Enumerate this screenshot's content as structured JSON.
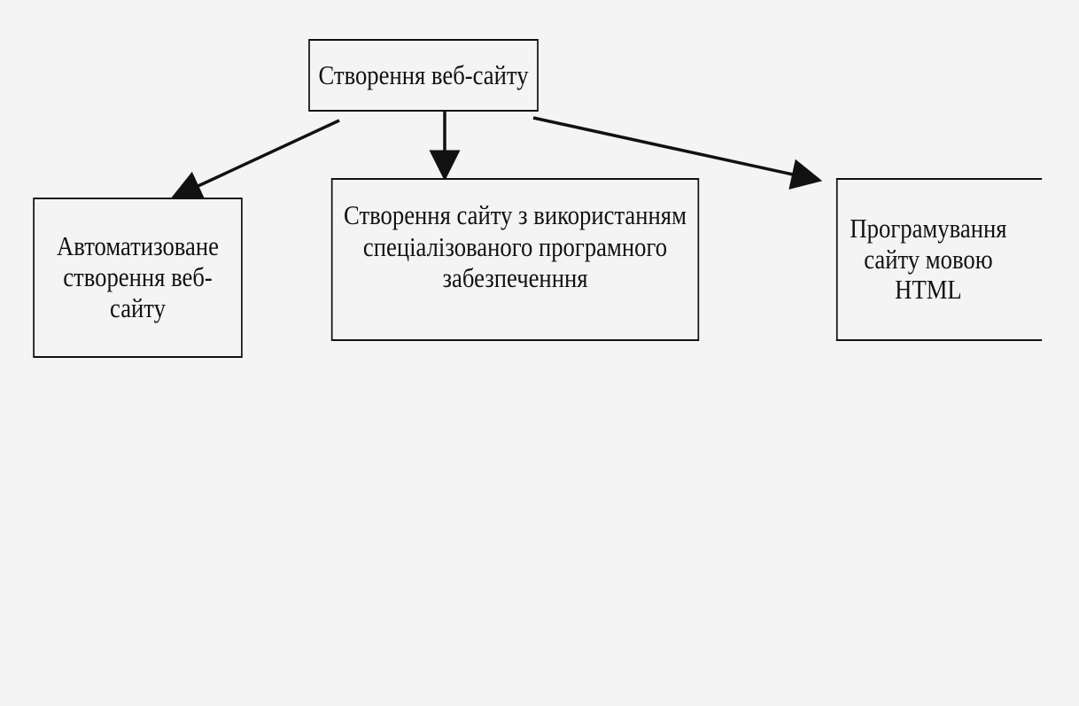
{
  "diagram": {
    "root": {
      "label": "Створення веб-сайту"
    },
    "left": {
      "label": "Автоматизоване створення веб-сайту"
    },
    "middle": {
      "label": "Створення сайту з використанням спеціалізованого програмного забезпеченння"
    },
    "right": {
      "label": "Програмування сайту мовою HTML"
    }
  }
}
